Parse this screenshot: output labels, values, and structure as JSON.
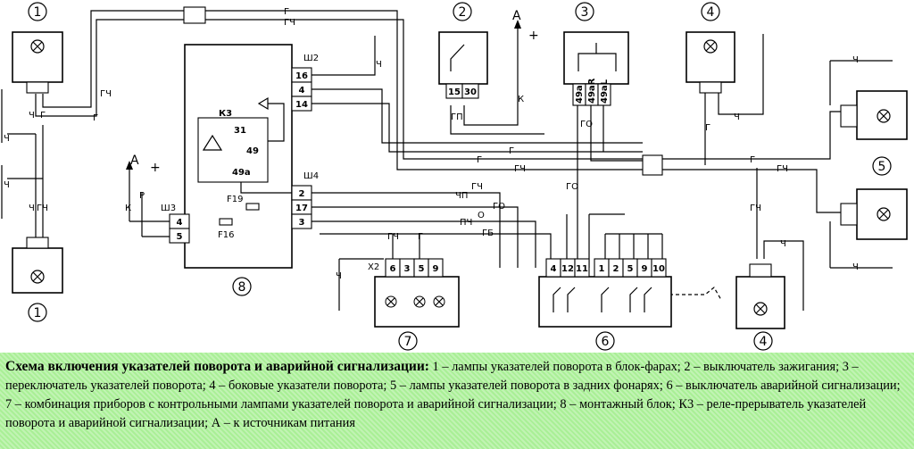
{
  "diagram": {
    "callouts": [
      "1",
      "2",
      "3",
      "4",
      "4",
      "5",
      "6",
      "7",
      "8",
      "1"
    ],
    "wire_colors": {
      "g": "Г",
      "gch": "ГЧ",
      "ch": "Ч",
      "gp": "ГП",
      "k": "К",
      "go": "ГО",
      "chp": "ЧП",
      "o": "О",
      "pch": "ПЧ",
      "gb": "ГБ",
      "p": "Р"
    },
    "source": {
      "letter": "А",
      "sign": "+"
    },
    "connectors": {
      "sh2": "Ш2",
      "sh3": "Ш3",
      "sh4": "Ш4",
      "x2": "Х2"
    },
    "relay": {
      "name": "К3",
      "pin31": "31",
      "pin49": "49",
      "pin49a": "49а"
    },
    "fuses": {
      "f19": "F19",
      "f16": "F16"
    },
    "block8_pins": {
      "p16": "16",
      "p4": "4",
      "p14": "14",
      "p2": "2",
      "p17": "17",
      "p3": "3",
      "p4b": "4",
      "p5": "5"
    },
    "ignition_pins": [
      "15",
      "30"
    ],
    "switch3_pins": [
      "49а",
      "49аR",
      "49аL"
    ],
    "switch7_pins": [
      "6",
      "3",
      "5",
      "9"
    ],
    "cluster6_pins": [
      "4",
      "12",
      "11",
      "1",
      "2",
      "5",
      "9",
      "10"
    ]
  },
  "caption": {
    "title": "Схема включения указателей поворота и аварийной сигнализации:",
    "body": " 1 – лампы указателей поворота в блок-фарах; 2 – выключатель зажигания; 3 – переключатель указателей поворота; 4 – боковые указатели поворота; 5 – лампы указателей поворота в задних фонарях; 6 – выключатель аварийной сигнализации; 7 – комбинация приборов с контрольными лампами указателей поворота и аварийной сигнализации; 8 – монтажный блок; К3 – реле-прерыватель указателей поворота и аварийной сигнализации; А – к источникам питания"
  }
}
